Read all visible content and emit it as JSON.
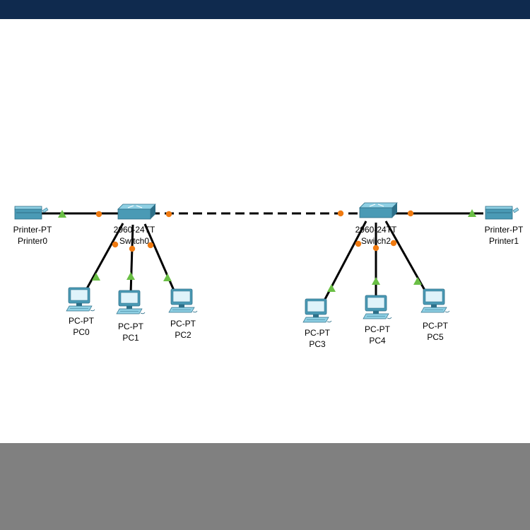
{
  "colors": {
    "top_bar": "#0f2a4e",
    "bottom_bar": "#808080",
    "link": "#000000",
    "port_up": "#6abf45",
    "port_orange": "#f07a10",
    "device_body": "#4a9ab5",
    "device_dark": "#2d6f88",
    "device_light": "#8fd0e4"
  },
  "devices": [
    {
      "id": "printer0",
      "type": "printer",
      "model": "Printer-PT",
      "name": "Printer0"
    },
    {
      "id": "switch0",
      "type": "switch",
      "model": "2960-24TT",
      "name": "Switch0"
    },
    {
      "id": "switch2",
      "type": "switch",
      "model": "2960-24TT",
      "name": "Switch2"
    },
    {
      "id": "printer1",
      "type": "printer",
      "model": "Printer-PT",
      "name": "Printer1"
    },
    {
      "id": "pc0",
      "type": "pc",
      "model": "PC-PT",
      "name": "PC0"
    },
    {
      "id": "pc1",
      "type": "pc",
      "model": "PC-PT",
      "name": "PC1"
    },
    {
      "id": "pc2",
      "type": "pc",
      "model": "PC-PT",
      "name": "PC2"
    },
    {
      "id": "pc3",
      "type": "pc",
      "model": "PC-PT",
      "name": "PC3"
    },
    {
      "id": "pc4",
      "type": "pc",
      "model": "PC-PT",
      "name": "PC4"
    },
    {
      "id": "pc5",
      "type": "pc",
      "model": "PC-PT",
      "name": "PC5"
    }
  ],
  "links": [
    {
      "from": "printer0",
      "to": "switch0",
      "style": "solid"
    },
    {
      "from": "switch0",
      "to": "switch2",
      "style": "dashed"
    },
    {
      "from": "switch2",
      "to": "printer1",
      "style": "solid"
    },
    {
      "from": "switch0",
      "to": "pc0",
      "style": "solid"
    },
    {
      "from": "switch0",
      "to": "pc1",
      "style": "solid"
    },
    {
      "from": "switch0",
      "to": "pc2",
      "style": "solid"
    },
    {
      "from": "switch2",
      "to": "pc3",
      "style": "solid"
    },
    {
      "from": "switch2",
      "to": "pc4",
      "style": "solid"
    },
    {
      "from": "switch2",
      "to": "pc5",
      "style": "solid"
    }
  ]
}
